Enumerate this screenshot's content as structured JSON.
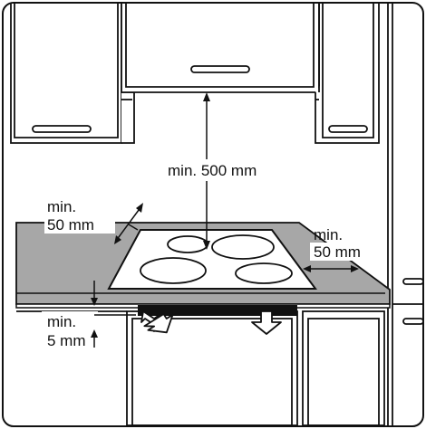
{
  "diagram": {
    "subject": "hob installation clearances",
    "labels": {
      "top_clearance": "min. 500 mm",
      "back_clearance_line1": "min.",
      "back_clearance_line2": "50 mm",
      "side_clearance_line1": "min.",
      "side_clearance_line2": "50 mm",
      "under_clearance_line1": "min.",
      "under_clearance_line2": "5 mm"
    },
    "colors": {
      "line": "#111111",
      "worktop": "#a7a7a7",
      "background": "#ffffff",
      "cooktop_panel": "#ffffff"
    }
  }
}
